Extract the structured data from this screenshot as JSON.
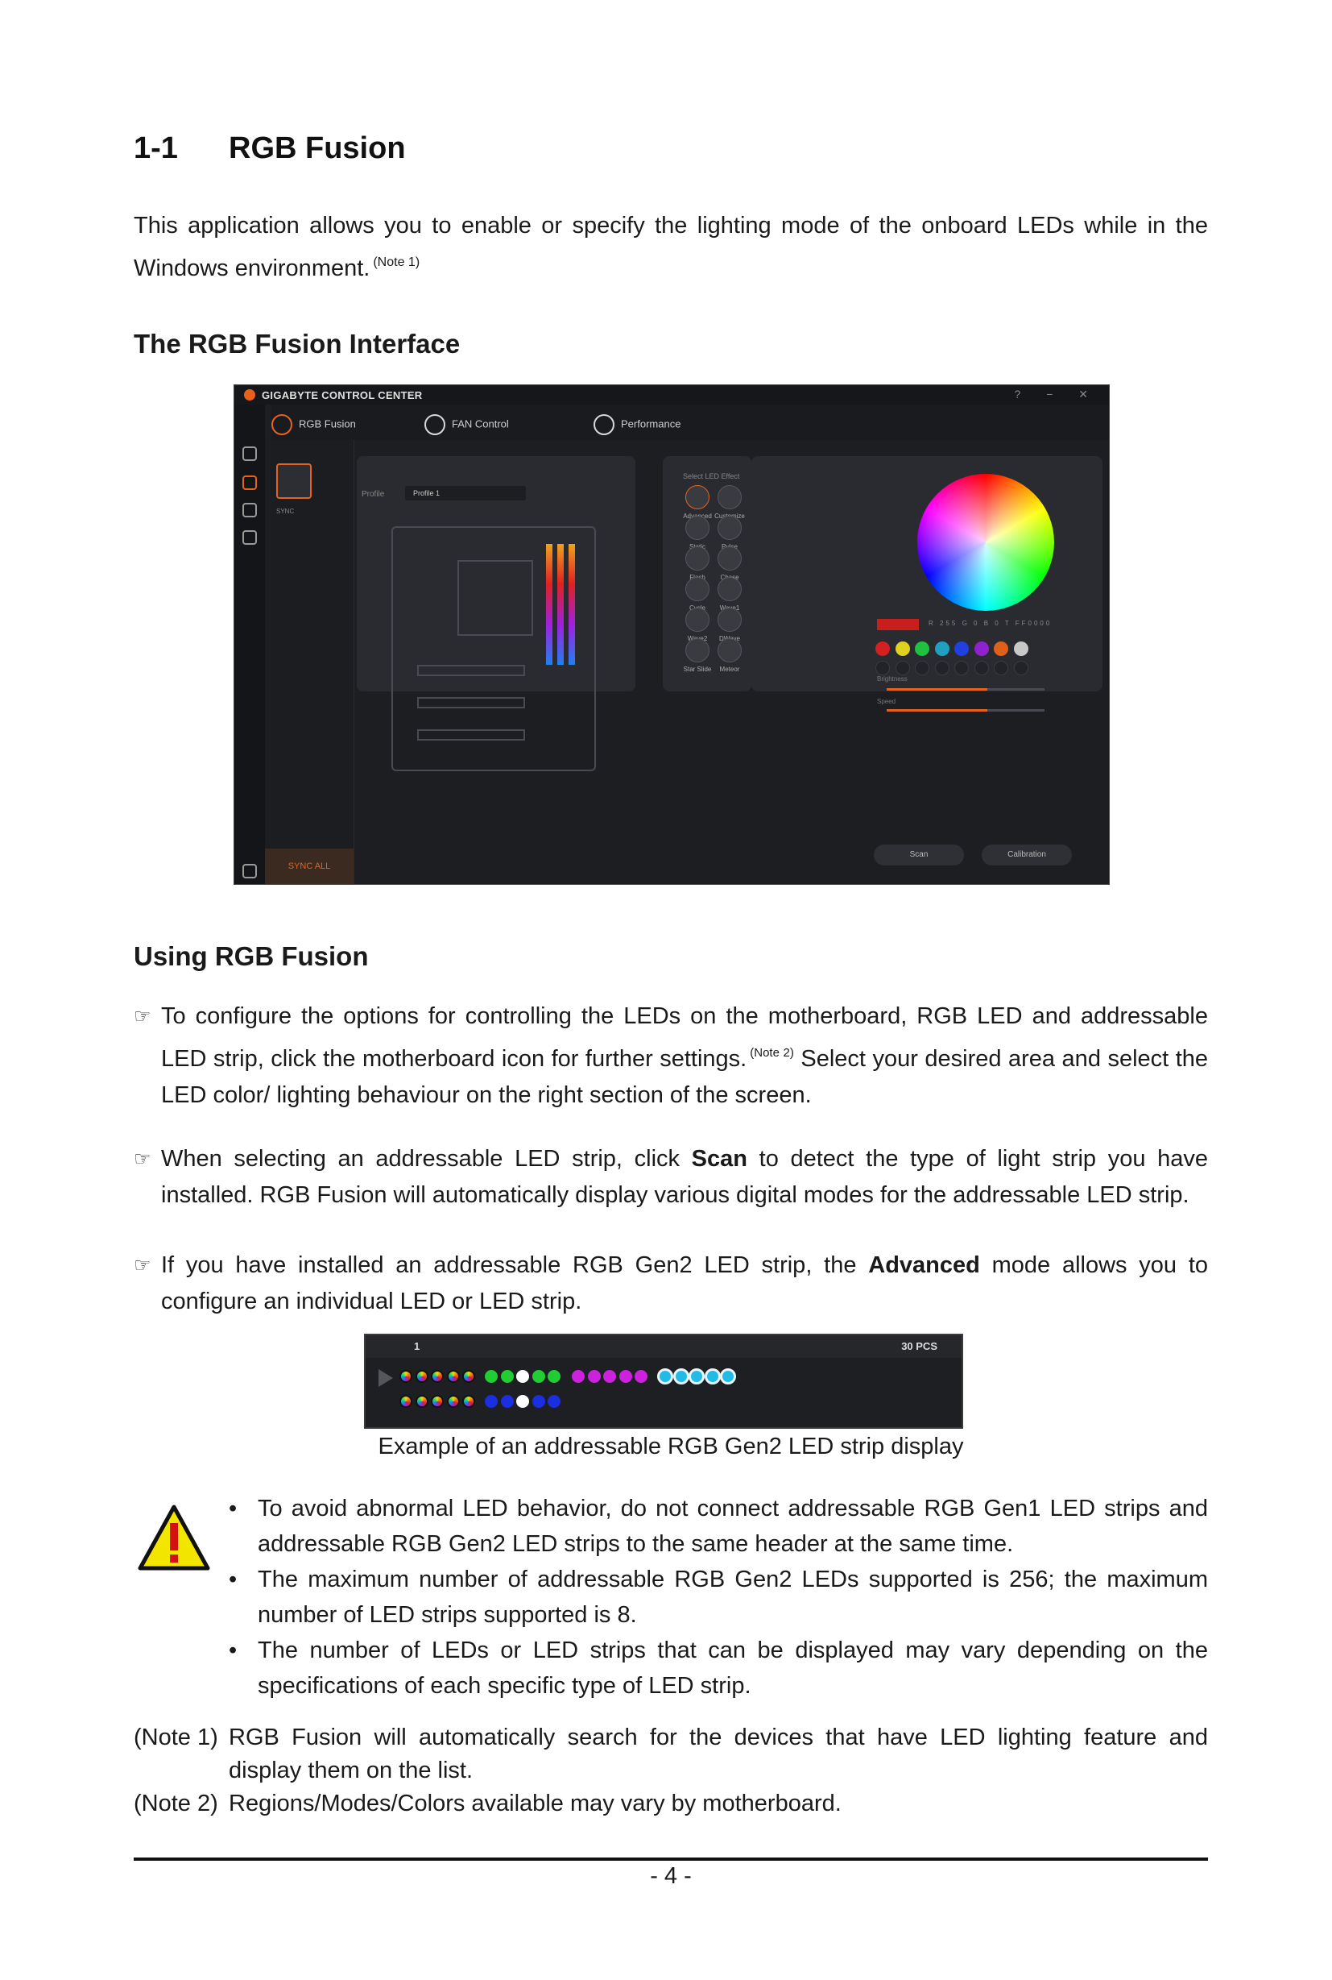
{
  "section": {
    "number": "1-1",
    "title": "RGB Fusion"
  },
  "intro": {
    "text": "This application allows you to enable or specify the lighting mode of the onboard LEDs while in the Windows environment.",
    "note": "(Note 1)"
  },
  "interface_heading": "The RGB Fusion Interface",
  "app": {
    "window_title": "GIGABYTE CONTROL CENTER",
    "window_buttons": "? − ✕",
    "tabs": [
      {
        "label": "RGB Fusion"
      },
      {
        "label": "FAN Control"
      },
      {
        "label": "Performance"
      }
    ],
    "device_label": "SYNC",
    "sync_all": "SYNC ALL",
    "profile_label": "Profile",
    "profile_value": "Profile 1",
    "mode_panel_title": "Select LED Effect",
    "modes": [
      {
        "label": "Advanced"
      },
      {
        "label": "Customize"
      },
      {
        "label": "Static"
      },
      {
        "label": "Pulse"
      },
      {
        "label": "Flash"
      },
      {
        "label": "Chase"
      },
      {
        "label": "Cycle"
      },
      {
        "label": "Wave1"
      },
      {
        "label": "Wave2"
      },
      {
        "label": "DWave"
      },
      {
        "label": "Star Slide"
      },
      {
        "label": "Meteor"
      }
    ],
    "color_readout": "R 255 G 0 B 0 T FF0000",
    "preset_colors": [
      "#d42020",
      "#e0d020",
      "#20c040",
      "#20a0c0",
      "#2040e0",
      "#9020d0",
      "#e0601a",
      "#c8c8c8"
    ],
    "brightness_label": "Brightness",
    "speed_label": "Speed",
    "brightness_level": 0.64,
    "speed_level": 0.64,
    "scan_button": "Scan",
    "calibration_button": "Calibration"
  },
  "using_heading": "Using RGB Fusion",
  "bullets": [
    {
      "pre": "To configure the options for controlling the LEDs on the motherboard, RGB LED and addressable LED strip, click the motherboard icon for further settings.",
      "note": "(Note 2)",
      "post": "Select your desired area and select the LED color/ lighting behaviour on the right section of the screen."
    },
    {
      "pre": "When selecting an addressable LED strip, click",
      "bold": "Scan",
      "post": "to detect the type of light strip you have installed. RGB Fusion will automatically display various digital modes for the addressable LED strip."
    },
    {
      "pre": "If you have installed an addressable RGB Gen2 LED strip, the",
      "bold": "Advanced",
      "post": "mode allows you to configure an individual LED or LED strip."
    }
  ],
  "strip": {
    "index": "1",
    "count": "30 PCS",
    "row1": [
      "multi",
      "multi",
      "multi",
      "multi",
      "multi",
      "#22cc33",
      "#22cc33",
      "#ffffff",
      "#22cc33",
      "#22cc33",
      "#cc22dd",
      "#cc22dd",
      "#cc22dd",
      "#cc22dd",
      "#cc22dd",
      "ring",
      "ring",
      "ring",
      "ring",
      "ring"
    ],
    "row2": [
      "multi",
      "multi",
      "multi",
      "multi",
      "multi",
      "#1b2ee0",
      "#1b2ee0",
      "#ffffff",
      "#1b2ee0",
      "#1b2ee0"
    ],
    "ring_color": "#22bbe8"
  },
  "strip_caption": "Example of an addressable RGB Gen2 LED strip display",
  "warnings": [
    "To avoid abnormal LED behavior, do not connect addressable RGB Gen1 LED strips and addressable RGB Gen2 LED strips to the same header at the same time.",
    "The maximum number of addressable RGB Gen2 LEDs supported is 256; the maximum number of LED strips supported is 8.",
    "The number of LEDs or LED strips that can be displayed may vary depending on the specifications of each specific type of LED strip."
  ],
  "notes": [
    {
      "label": "(Note 1)",
      "text": "RGB Fusion will automatically search for the devices that have LED lighting feature and display them on the list."
    },
    {
      "label": "(Note 2)",
      "text": "Regions/Modes/Colors available may vary by motherboard."
    }
  ],
  "page_number": "- 4 -"
}
